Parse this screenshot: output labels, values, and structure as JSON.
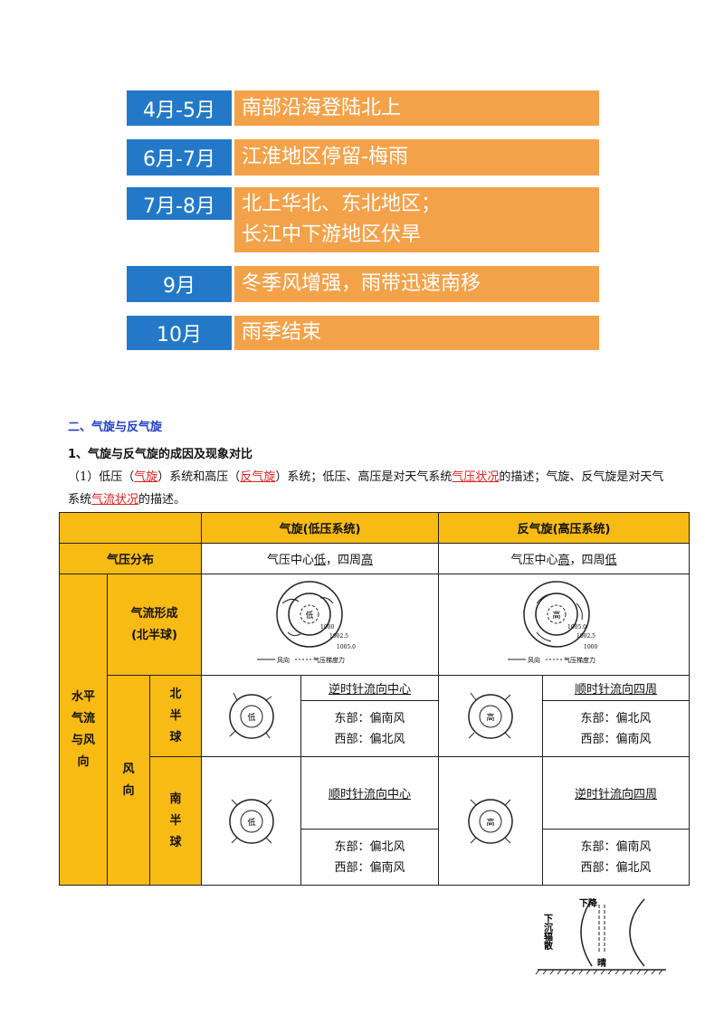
{
  "timeline": [
    {
      "month": "4月-5月",
      "lines": [
        "南部沿海登陆北上"
      ]
    },
    {
      "month": "6月-7月",
      "lines": [
        "江淮地区停留-梅雨"
      ]
    },
    {
      "month": "7月-8月",
      "lines": [
        "北上华北、东北地区；",
        "长江中下游地区伏旱"
      ]
    },
    {
      "month": "9月",
      "lines": [
        "冬季风增强，雨带迅速南移"
      ]
    },
    {
      "month": "10月",
      "lines": [
        "雨季结束"
      ]
    }
  ],
  "section_title": "二、气旋与反气旋",
  "sub_title": "1、气旋与反气旋的成因及现象对比",
  "para": {
    "p1": "（1）低压（",
    "r1": "气旋",
    "p2": "）系统和高压（",
    "r2": "反气旋",
    "p3": "）系统；低压、高压是对天气系统",
    "r3": "气压状况",
    "p4": "的描述；气旋、反气旋是对天气系统",
    "r4": "气流状况",
    "p5": "的描述。"
  },
  "table": {
    "col_cyclone": "气旋(低压系统)",
    "col_anticyclone": "反气旋(高压系统)",
    "pressure_label": "气压分布",
    "cyclone_pressure": {
      "a": "气压中心",
      "b": "低",
      "c": "，四周",
      "d": "高"
    },
    "anticyclone_pressure": {
      "a": "气压中心",
      "b": "高",
      "c": "，四周",
      "d": "低"
    },
    "horizontal_label": "水平气流与风向",
    "flow_label_1": "气流形成",
    "flow_label_2": "(北半球)",
    "wind_label": "风向",
    "north_label": "北半球",
    "south_label": "南半球",
    "diagram": {
      "low": "低",
      "high": "高",
      "isobars_low": [
        "1000",
        "1002.5",
        "1005.0"
      ],
      "isobars_high": [
        "1005.0",
        "1002.5",
        "1000"
      ],
      "legend_wind": "风向",
      "legend_force": "气压梯度力"
    },
    "north_cyclone": {
      "dir_a": "逆时针流向",
      "dir_b": "中心",
      "east": "东部：偏南风",
      "west": "西部：偏北风"
    },
    "north_anticyclone": {
      "dir_a": "顺时针流向",
      "dir_b": "四周",
      "east": "东部：偏北风",
      "west": "西部：偏南风"
    },
    "south_cyclone": {
      "dir_a": "顺时针流向",
      "dir_b": "中心",
      "east": "东部：偏北风",
      "west": "西部：偏南风"
    },
    "south_anticyclone": {
      "dir_a": "逆时针流向",
      "dir_b": "四周",
      "east": "东部：偏南风",
      "west": "西部：偏北风"
    }
  },
  "bottom_figure": {
    "top": "下降",
    "side": "下沉辐散",
    "bottom": "晴"
  },
  "colors": {
    "month_bg": "#2379c7",
    "desc_bg": "#f4a24a",
    "table_header": "#f8bb14",
    "title_blue": "#1f3ec9",
    "red": "#e02020"
  }
}
